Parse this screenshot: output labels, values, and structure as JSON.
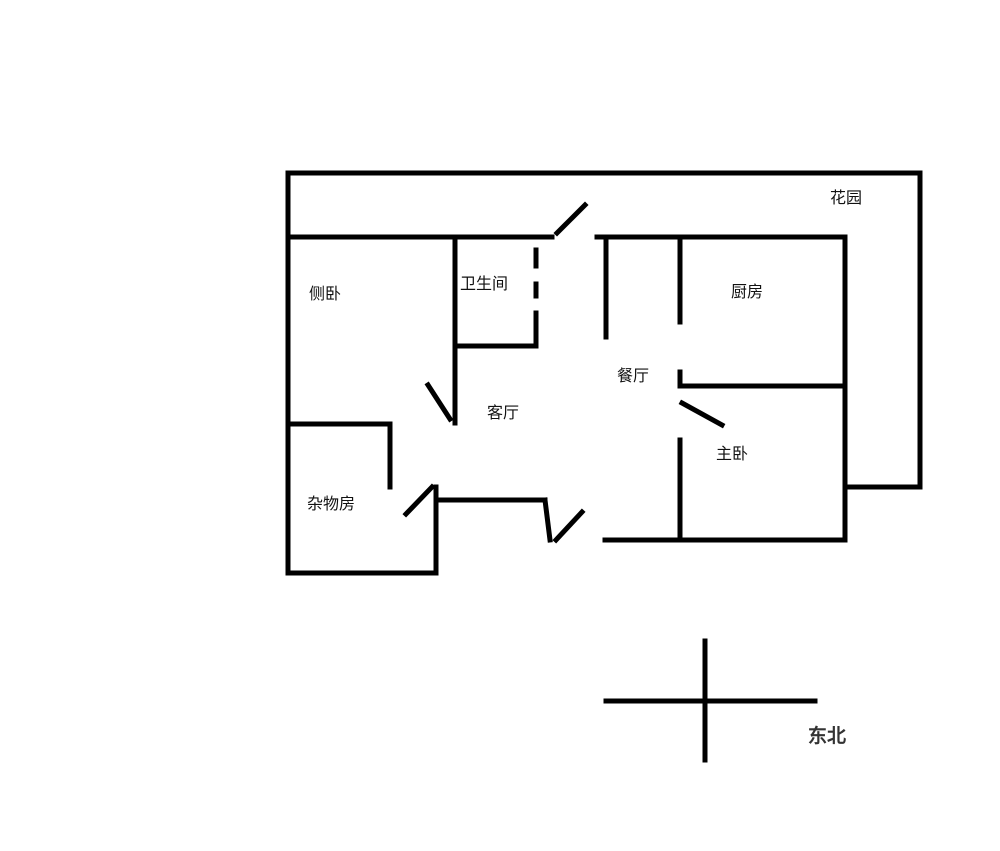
{
  "rooms": {
    "garden": "花园",
    "side_bedroom": "侧卧",
    "bathroom": "卫生间",
    "kitchen": "厨房",
    "dining_room": "餐厅",
    "living_room": "客厅",
    "master_bedroom": "主卧",
    "storage_room": "杂物房"
  },
  "compass": {
    "label": "东北"
  }
}
